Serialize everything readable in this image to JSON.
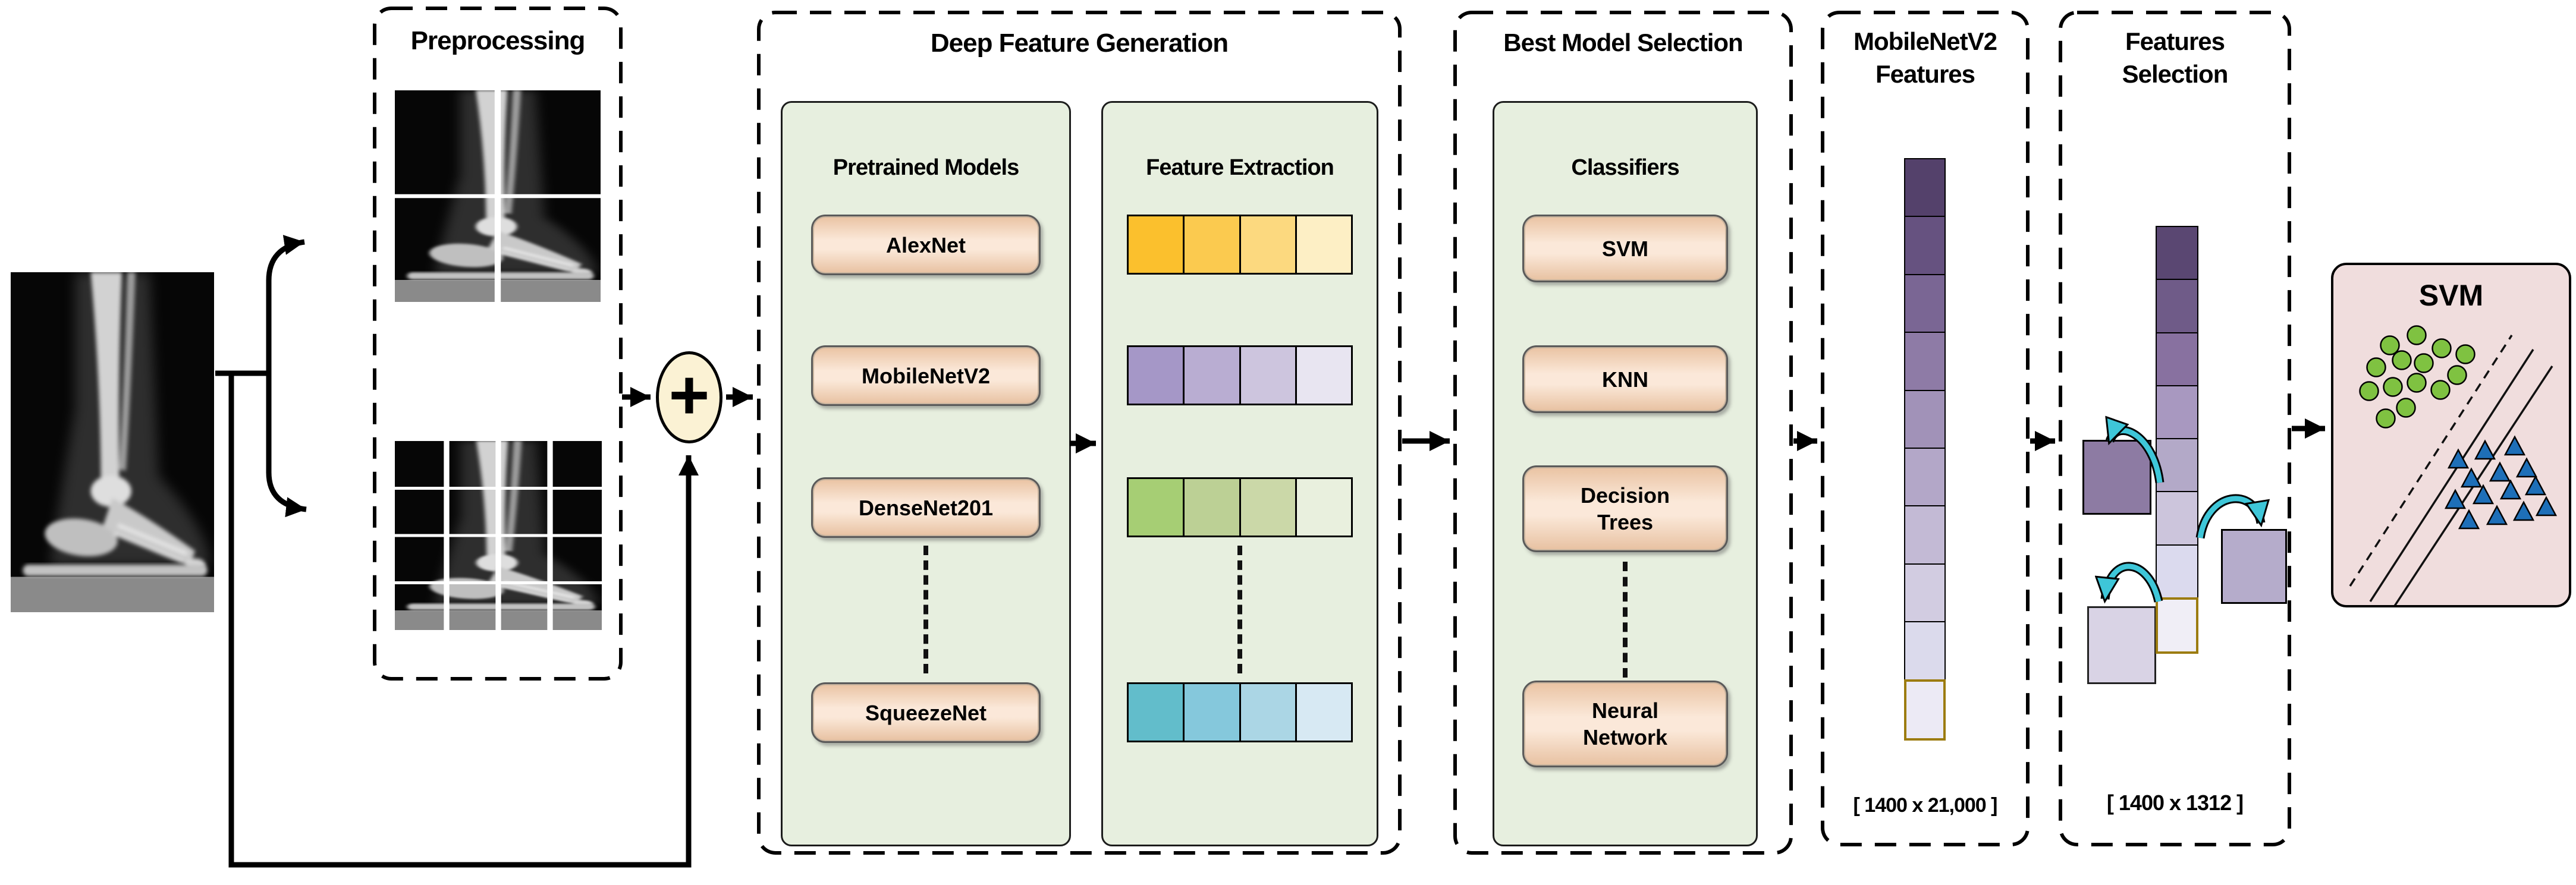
{
  "colors": {
    "panel_green": "#E7EFDF",
    "node_peach": "#F6CDAB",
    "plus_fill": "#FBF2D4",
    "svm_panel_pink": "#F0DDDD",
    "positive_green": "#7FC241",
    "negative_blue": "#1E6FB8",
    "teal_arrow": "#3EC6D8",
    "gold_border": "#9C7C10",
    "arrow_black": "#000000"
  },
  "input": {
    "image_name": "foot-xray-image"
  },
  "preprocessing": {
    "title": "Preprocessing"
  },
  "plus_node": {
    "symbol": "+"
  },
  "deep_feature_generation": {
    "title": "Deep Feature Generation",
    "pretrained_models": {
      "title": "Pretrained Models",
      "models": [
        "AlexNet",
        "MobileNetV2",
        "DenseNet201",
        "SqueezeNet"
      ]
    },
    "feature_extraction": {
      "title": "Feature Extraction",
      "bars": [
        {
          "name": "feature-bar-yellow",
          "cells": [
            "#FBC02D",
            "#FBCA4F",
            "#FCD97F",
            "#FDEFC5"
          ]
        },
        {
          "name": "feature-bar-purple",
          "cells": [
            "#A597C7",
            "#B9ADD2",
            "#CDC5DE",
            "#E8E5F1"
          ]
        },
        {
          "name": "feature-bar-green",
          "cells": [
            "#A6CE74",
            "#BCD095",
            "#CBD8A8",
            "#E9F0DE"
          ]
        },
        {
          "name": "feature-bar-teal",
          "cells": [
            "#62BDCB",
            "#85C8DC",
            "#ABD6E5",
            "#D7E9F3"
          ]
        }
      ]
    }
  },
  "best_model_selection": {
    "title": "Best Model Selection",
    "classifiers": {
      "title": "Classifiers",
      "items": [
        "SVM",
        "KNN",
        "Decision Trees",
        "Neural Network"
      ]
    }
  },
  "mobilenet_features": {
    "title_line1": "MobileNetV2",
    "title_line2": "Features",
    "matrix_size": "[ 1400 x 21,000 ]",
    "cells": [
      "#54416B",
      "#665280",
      "#7A6694",
      "#8E7BA6",
      "#A192B8",
      "#B3A7C8",
      "#C3BAD5",
      "#D2CCE1",
      "#DBDAEC",
      "#ECEAF5"
    ]
  },
  "features_selection": {
    "title_line1": "Features",
    "title_line2": "Selection",
    "matrix_size": "[ 1400 x 1312 ]",
    "cells": [
      "#5A4772",
      "#6F5B88",
      "#8871A0",
      "#A898C0",
      "#B3A9C8",
      "#CCC5DC",
      "#DBDAEE",
      "#F0EEF6"
    ],
    "selected_blocks": [
      {
        "name": "selected-block-top-left",
        "color": "#8D7BA3"
      },
      {
        "name": "selected-block-right",
        "color": "#B5ACCB"
      },
      {
        "name": "selected-block-bottom-left",
        "color": "#D9D3E5"
      }
    ]
  },
  "svm_plot": {
    "title": "SVM",
    "circles": [
      [
        95,
        135
      ],
      [
        140,
        118
      ],
      [
        182,
        140
      ],
      [
        222,
        150
      ],
      [
        72,
        172
      ],
      [
        115,
        160
      ],
      [
        152,
        165
      ],
      [
        100,
        205
      ],
      [
        140,
        198
      ],
      [
        180,
        210
      ],
      [
        60,
        212
      ],
      [
        122,
        240
      ],
      [
        88,
        258
      ],
      [
        208,
        185
      ]
    ],
    "triangles": [
      [
        210,
        330
      ],
      [
        255,
        315
      ],
      [
        305,
        308
      ],
      [
        232,
        362
      ],
      [
        280,
        352
      ],
      [
        325,
        345
      ],
      [
        205,
        398
      ],
      [
        252,
        390
      ],
      [
        298,
        382
      ],
      [
        340,
        375
      ],
      [
        228,
        432
      ],
      [
        275,
        425
      ],
      [
        320,
        418
      ],
      [
        358,
        410
      ]
    ]
  }
}
